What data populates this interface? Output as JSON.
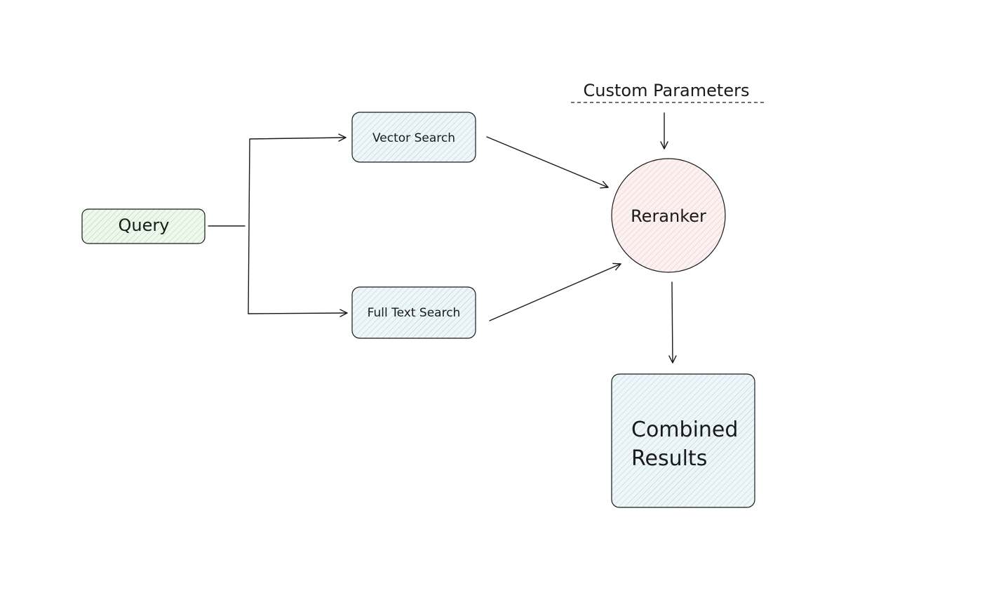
{
  "nodes": {
    "query": {
      "label": "Query",
      "fill": "#e4f4e2"
    },
    "vector_search": {
      "label": "Vector Search",
      "fill": "#e6f1f6"
    },
    "full_text_search": {
      "label": "Full Text Search",
      "fill": "#e6f1f6"
    },
    "reranker": {
      "label": "Reranker",
      "fill": "#fbeaea"
    },
    "combined_results": {
      "label_line1": "Combined",
      "label_line2": "Results",
      "fill": "#e6f1f6"
    }
  },
  "custom_parameters": {
    "label": "Custom Parameters"
  },
  "colors": {
    "stroke": "#1a1a1a",
    "hatch_green": "#9fd3a1",
    "hatch_blue": "#9cc9da",
    "hatch_red": "#e7aeae"
  }
}
